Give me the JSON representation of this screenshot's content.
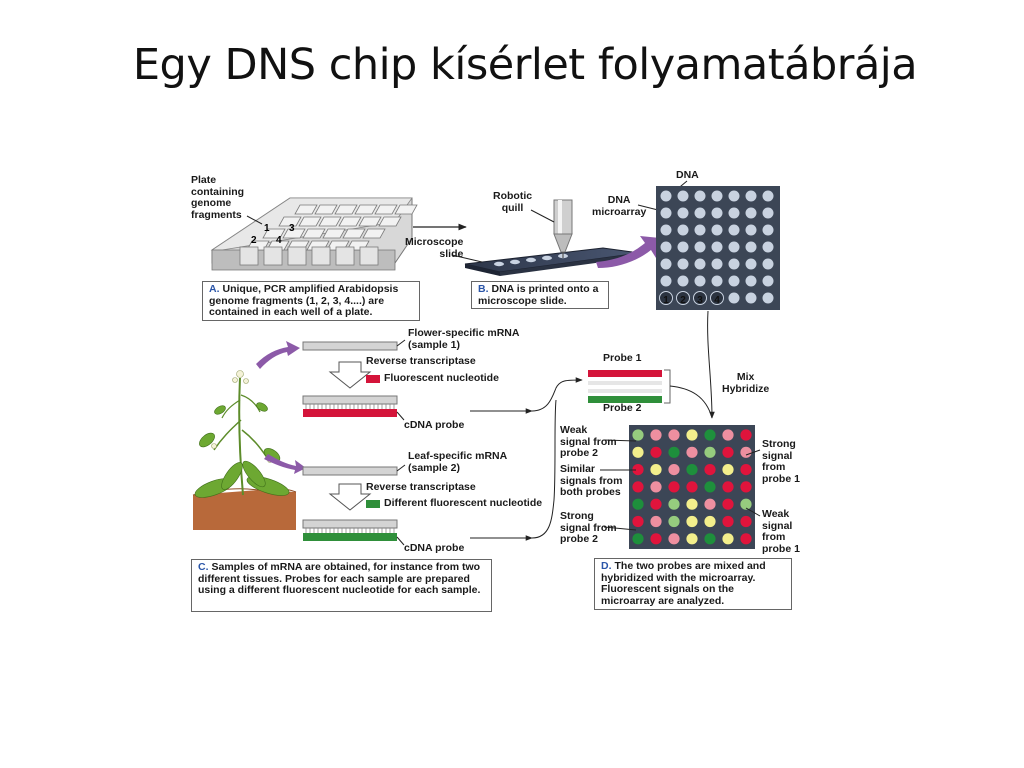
{
  "slide": {
    "title": "Egy DNS chip kísérlet folyamatábrája"
  },
  "panel_a": {
    "plate_label": "Plate\ncontaining\ngenome\nfragments",
    "well_numbers": [
      "1",
      "3",
      "2",
      "4"
    ],
    "caption_letter": "A.",
    "caption": "Unique, PCR amplified Arabidopsis genome fragments (1, 2, 3, 4....) are contained in each well of a plate."
  },
  "panel_b": {
    "quill_label": "Robotic\nquill",
    "slide_label": "Microscope\nslide",
    "microarray_label": "DNA\nmicroarray",
    "caption_letter": "B.",
    "caption": "DNA is printed onto a microscope slide."
  },
  "microarray": {
    "dna_label": "DNA",
    "spot_numbers": [
      "1",
      "2",
      "3",
      "4"
    ],
    "rows": 7,
    "cols": 7,
    "background": "#3c4656",
    "spot_color": "#c8d2e0"
  },
  "panel_c": {
    "sample1_label": "Flower-specific mRNA\n(sample 1)",
    "rt1_label": "Reverse transcriptase",
    "fluor1_label": "Fluorescent nucleotide",
    "probe1_label": "cDNA probe",
    "sample2_label": "Leaf-specific mRNA\n(sample 2)",
    "rt2_label": "Reverse transcriptase",
    "fluor2_label": "Different fluorescent nucleotide",
    "probe2_label": "cDNA probe",
    "caption_letter": "C.",
    "caption": "Samples of mRNA are obtained, for instance from two different tissues. Probes for each sample are prepared using a different fluorescent nucleotide for each sample."
  },
  "panel_d": {
    "probe1_label": "Probe 1",
    "probe2_label": "Probe 2",
    "mix_label": "Mix\nHybridize",
    "weak2_label": "Weak\nsignal from\nprobe 2",
    "similar_label": "Similar\nsignals from\nboth probes",
    "strong2_label": "Strong\nsignal from\nprobe 2",
    "strong1_label": "Strong\nsignal\nfrom\nprobe 1",
    "weak1_label": "Weak\nsignal\nfrom\nprobe 1",
    "caption_letter": "D.",
    "caption": "The two probes are mixed and hybridized with the microarray. Fluorescent signals on the microarray are analyzed.",
    "grid": [
      [
        "lg",
        "pk",
        "pk",
        "yl",
        "dg",
        "pk",
        "rd"
      ],
      [
        "yl",
        "rd",
        "dg",
        "pk",
        "lg",
        "rd",
        "pk"
      ],
      [
        "rd",
        "yl",
        "pk",
        "dg",
        "rd",
        "yl",
        "rd"
      ],
      [
        "rd",
        "pk",
        "rd",
        "rd",
        "dg",
        "rd",
        "rd"
      ],
      [
        "dg",
        "rd",
        "lg",
        "yl",
        "pk",
        "rd",
        "lg"
      ],
      [
        "rd",
        "pk",
        "lg",
        "yl",
        "yl",
        "rd",
        "rd"
      ],
      [
        "dg",
        "rd",
        "pk",
        "yl",
        "dg",
        "yl",
        "rd"
      ]
    ],
    "spot_colors": {
      "rd": "#e0143c",
      "pk": "#ee8fa0",
      "yl": "#f3ef8c",
      "dg": "#1e8f3c",
      "lg": "#96cc7e"
    }
  },
  "colors": {
    "red_probe": "#d4143a",
    "green_probe": "#2f8f3a",
    "arrow_purple": "#8c5aa8",
    "soil": "#b8693a"
  }
}
